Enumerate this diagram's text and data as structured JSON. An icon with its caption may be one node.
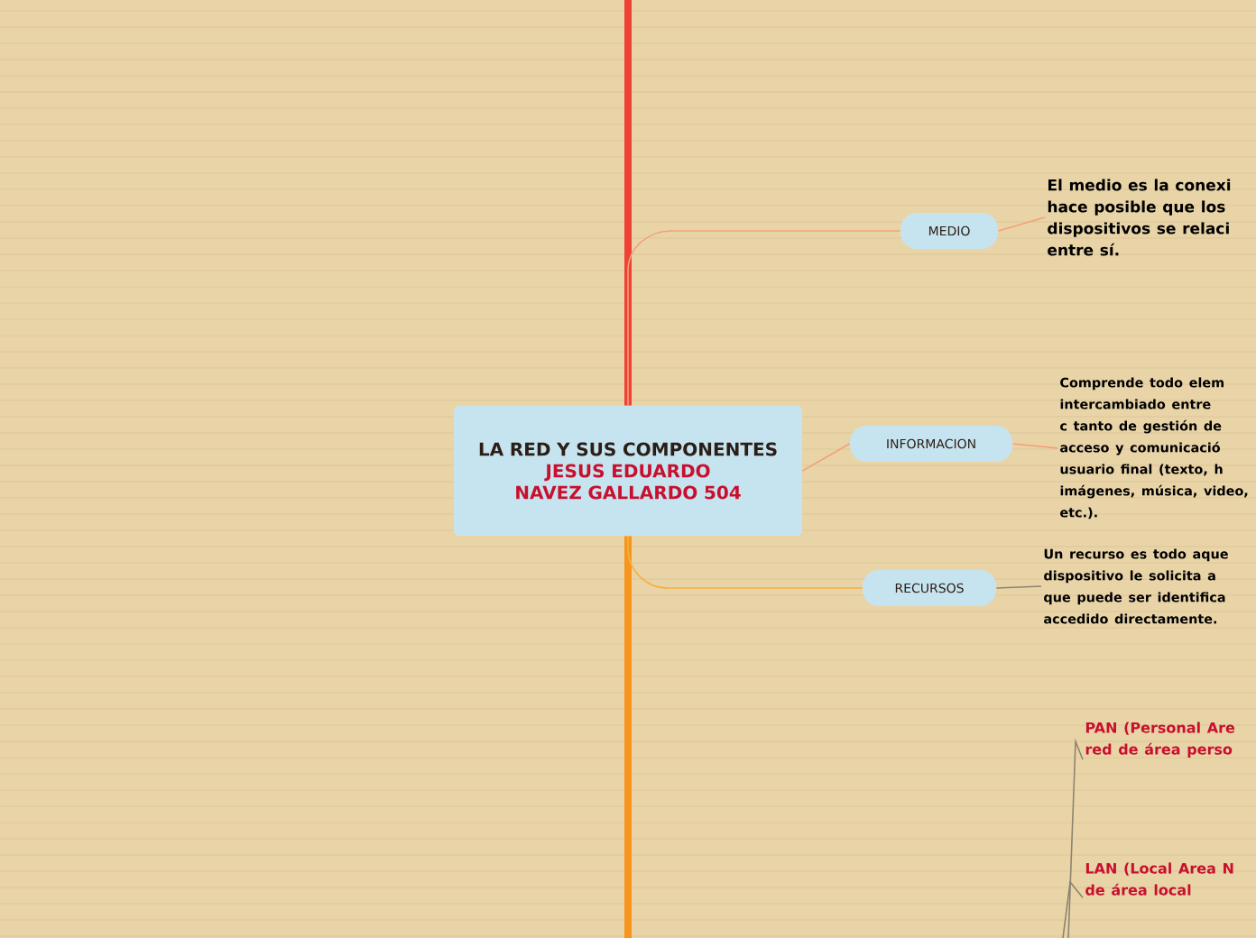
{
  "diagram": {
    "nodes": [
      {
        "text": [
          "LA RED Y SUS COMPONENTES",
          "JESUS EDUARDO NAVEZ GALLARDO 504"
        ]
      },
      {
        "text": [
          "MEDIO"
        ]
      },
      {
        "text": [
          "El medio es la conexi hace posible que los dispositivos se relaci entre sí."
        ]
      },
      {
        "text": [
          "INFORMACION"
        ]
      },
      {
        "text": [
          "Comprende todo elem intercambiado entre c tanto de gestión de acceso y comunicació usuario final (texto, h imágenes, música, video, etc.)."
        ]
      },
      {
        "text": [
          "RECURSOS"
        ]
      },
      {
        "text": [
          "Un recurso es todo aque dispositivo le solicita a que puede ser identifica accedido directamente."
        ]
      },
      {
        "text": [
          "PAN (Personal Are red de área perso"
        ]
      },
      {
        "text": [
          "LAN (Local Area N de área local"
        ]
      }
    ],
    "edges": [
      {
        "from": 0,
        "to": null,
        "arrow": "none",
        "style": "thick",
        "color": "#ef4136"
      },
      {
        "from": 0,
        "to": null,
        "arrow": "none",
        "style": "thick",
        "color": "#f7941d"
      },
      {
        "from": 0,
        "to": 1,
        "arrow": "none"
      },
      {
        "from": 1,
        "to": 2,
        "arrow": "none"
      },
      {
        "from": 0,
        "to": 3,
        "arrow": "none"
      },
      {
        "from": 3,
        "to": 4,
        "arrow": "none"
      },
      {
        "from": 0,
        "to": 5,
        "arrow": "none",
        "color": "#f5b041"
      },
      {
        "from": 5,
        "to": 6,
        "arrow": "none",
        "color": "#8c8470"
      },
      {
        "from": null,
        "to": 7,
        "arrow": "none",
        "color": "#8c8470"
      },
      {
        "from": null,
        "to": 8,
        "arrow": "none",
        "color": "#8c8470"
      }
    ]
  }
}
